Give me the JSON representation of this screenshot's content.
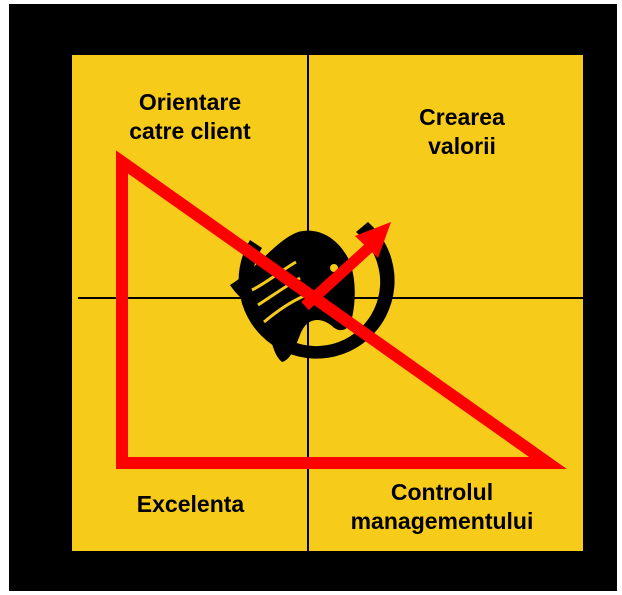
{
  "quadrants": {
    "top_left": "Orientare\ncatre client",
    "top_right": "Crearea\nvalorii",
    "bottom_left": "Excelenta",
    "bottom_right": "Controlul\nmanagementului"
  },
  "colors": {
    "background": "#000000",
    "panel": "#f6cb1a",
    "triangle": "#ff0000",
    "axes": "#000000",
    "logo": "#000000"
  },
  "logo": {
    "icon": "horse-head-icon"
  }
}
